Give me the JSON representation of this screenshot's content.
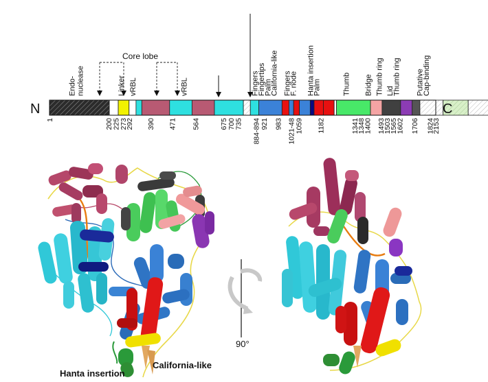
{
  "figure": {
    "n_terminus": "N",
    "c_terminus": "C",
    "core_lobe_label": "Core lobe",
    "rotation_label": "90°",
    "callouts": {
      "hanta_insertion": {
        "text": "Hanta insertion",
        "color": "#2e8b2e"
      },
      "california_like": {
        "text": "California-like",
        "color": "#e0a060"
      }
    },
    "segments": [
      {
        "color": "#2b2b2b",
        "pattern": "hatch",
        "frac": 0.155
      },
      {
        "color": "#ffffff",
        "pattern": "none",
        "frac": 0.023
      },
      {
        "color": "#f2f200",
        "pattern": "none",
        "frac": 0.028
      },
      {
        "color": "#ffffff",
        "pattern": "none",
        "frac": 0.018
      },
      {
        "color": "#2ee0e0",
        "pattern": "none",
        "frac": 0.015
      },
      {
        "color": "#b85a73",
        "pattern": "none",
        "frac": 0.072
      },
      {
        "color": "#2ee0e0",
        "pattern": "none",
        "frac": 0.058
      },
      {
        "color": "#b85a73",
        "pattern": "none",
        "frac": 0.058
      },
      {
        "color": "#2ee0e0",
        "pattern": "none",
        "frac": 0.075
      },
      {
        "color": "#ffffff",
        "pattern": "hatch-light",
        "frac": 0.018
      },
      {
        "color": "#2ee0e0",
        "pattern": "none",
        "frac": 0.022
      },
      {
        "color": "#3b82d8",
        "pattern": "none",
        "frac": 0.06
      },
      {
        "color": "#e81010",
        "pattern": "none",
        "frac": 0.018
      },
      {
        "color": "#3b82d8",
        "pattern": "none",
        "frac": 0.012
      },
      {
        "color": "#e81010",
        "pattern": "none",
        "frac": 0.015
      },
      {
        "color": "#3b82d8",
        "pattern": "none",
        "frac": 0.028
      },
      {
        "color": "#0a0a80",
        "pattern": "none",
        "frac": 0.01
      },
      {
        "color": "#e81010",
        "pattern": "none",
        "frac": 0.024
      },
      {
        "color": "#e81010",
        "pattern": "none",
        "frac": 0.028
      },
      {
        "color": "#ffffff",
        "pattern": "none",
        "frac": 0.006
      },
      {
        "color": "#48e868",
        "pattern": "none",
        "frac": 0.088
      },
      {
        "color": "#f4a4a4",
        "pattern": "none",
        "frac": 0.03
      },
      {
        "color": "#404040",
        "pattern": "none",
        "frac": 0.048
      },
      {
        "color": "#8c3cb4",
        "pattern": "none",
        "frac": 0.03
      },
      {
        "color": "#555555",
        "pattern": "none",
        "frac": 0.02
      },
      {
        "color": "#ffffff",
        "pattern": "hatch-light",
        "frac": 0.06
      },
      {
        "color": "#d8f0c8",
        "pattern": "hatch-light",
        "frac": 0.065
      },
      {
        "color": "#ffffff",
        "pattern": "hatch-light",
        "frac": 0.172
      }
    ],
    "domain_labels": [
      {
        "lines": [
          "Endo-",
          "nuclease"
        ],
        "pos": 0.065
      },
      {
        "lines": [
          "Linker"
        ],
        "pos": 0.192
      },
      {
        "lines": [
          "vRBL"
        ],
        "pos": 0.222
      },
      {
        "lines": [
          "vRBL"
        ],
        "pos": 0.355
      },
      {
        "lines": [
          "Fingers"
        ],
        "pos": 0.538
      },
      {
        "lines": [
          "Fingertips"
        ],
        "pos": 0.555
      },
      {
        "lines": [
          "Palm"
        ],
        "pos": 0.572
      },
      {
        "lines": [
          "California-like"
        ],
        "pos": 0.588
      },
      {
        "lines": [
          "Fingers"
        ],
        "pos": 0.622
      },
      {
        "lines": [
          "F. node"
        ],
        "pos": 0.638
      },
      {
        "lines": [
          "Hanta insertion"
        ],
        "pos": 0.682
      },
      {
        "lines": [
          "Palm"
        ],
        "pos": 0.698
      },
      {
        "lines": [
          "Thumb"
        ],
        "pos": 0.775
      },
      {
        "lines": [
          "Bridge"
        ],
        "pos": 0.832
      },
      {
        "lines": [
          "Thumb ring"
        ],
        "pos": 0.86
      },
      {
        "lines": [
          "Lid"
        ],
        "pos": 0.888
      },
      {
        "lines": [
          "Thumb ring"
        ],
        "pos": 0.905
      },
      {
        "lines": [
          "Putative"
        ],
        "pos": 0.965
      },
      {
        "lines": [
          "Cap-binding"
        ],
        "pos": 0.982
      }
    ],
    "residue_numbers": [
      {
        "text": "1",
        "pos": 0.0
      },
      {
        "text": "200",
        "pos": 0.153
      },
      {
        "text": "225",
        "pos": 0.172
      },
      {
        "text": "273",
        "pos": 0.19
      },
      {
        "text": "292",
        "pos": 0.206
      },
      {
        "text": "390",
        "pos": 0.262
      },
      {
        "text": "471",
        "pos": 0.318
      },
      {
        "text": "564",
        "pos": 0.378
      },
      {
        "text": "675",
        "pos": 0.45
      },
      {
        "text": "700",
        "pos": 0.47
      },
      {
        "text": "735",
        "pos": 0.488
      },
      {
        "text": "884-894",
        "pos": 0.535
      },
      {
        "text": "921",
        "pos": 0.555
      },
      {
        "text": "983",
        "pos": 0.592
      },
      {
        "text": "1021-48",
        "pos": 0.625
      },
      {
        "text": "1059",
        "pos": 0.645
      },
      {
        "text": "1182",
        "pos": 0.702
      },
      {
        "text": "1341",
        "pos": 0.79
      },
      {
        "text": "1348",
        "pos": 0.806
      },
      {
        "text": "1400",
        "pos": 0.823
      },
      {
        "text": "1493",
        "pos": 0.858
      },
      {
        "text": "1503",
        "pos": 0.874
      },
      {
        "text": "1565",
        "pos": 0.89
      },
      {
        "text": "1602",
        "pos": 0.907
      },
      {
        "text": "1706",
        "pos": 0.945
      },
      {
        "text": "1824",
        "pos": 0.985
      },
      {
        "text": "2153",
        "pos": 1.0
      }
    ]
  }
}
